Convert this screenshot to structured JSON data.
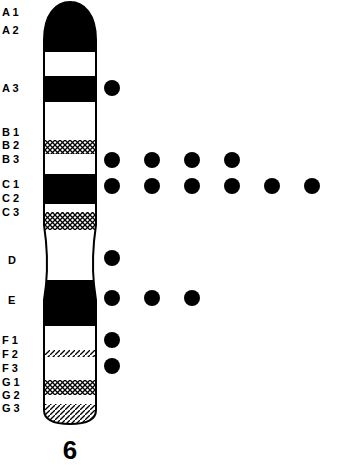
{
  "diagram": {
    "labels": [
      "A 1",
      "A 2",
      "A 3",
      "B 1",
      "B 2",
      "B 3",
      "C 1",
      "C 2",
      "C 3",
      "D",
      "E",
      "F 1",
      "F 2",
      "F 3",
      "G 1",
      "G 2",
      "G 3",
      "6"
    ]
  }
}
